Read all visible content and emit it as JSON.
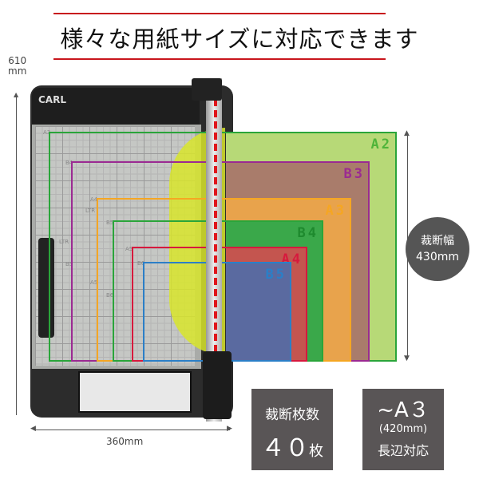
{
  "header": {
    "title": "様々な用紙サイズに対応できます",
    "rule_color": "#c8161d"
  },
  "dimensions": {
    "height_value": "610",
    "height_unit": "mm",
    "width": "360mm"
  },
  "cutter": {
    "brand": "CARL"
  },
  "board_marks": [
    "A3",
    "B4",
    "A4",
    "LTR",
    "B5",
    "LTR",
    "B5",
    "A5",
    "A5",
    "B6",
    "B6"
  ],
  "papers": [
    {
      "label": "A2",
      "outline": "#2aa53a",
      "fill": "#b7d977",
      "text": "#4fb43a"
    },
    {
      "label": "B3",
      "outline": "#9b2a92",
      "fill": "#a97c6b",
      "text": "#9b2a92"
    },
    {
      "label": "A3",
      "outline": "#f5a623",
      "fill": "#e8a34c",
      "text": "#f5a623"
    },
    {
      "label": "B4",
      "outline": "#2aa53a",
      "fill": "#3aa84a",
      "text": "#1e8a2e"
    },
    {
      "label": "A4",
      "outline": "#d7193d",
      "fill": "#c4554f",
      "text": "#d7193d"
    },
    {
      "label": "B5",
      "outline": "#2b7fc7",
      "fill": "#5a6aa0",
      "text": "#2b7fc7"
    }
  ],
  "cut_width": {
    "label": "裁断幅",
    "value": "430mm"
  },
  "spec_boxes": [
    {
      "line1": "裁断枚数",
      "line2": "４０",
      "unit": "枚"
    },
    {
      "line1": "~A３",
      "line2": "(420mm)",
      "line3": "長辺対応"
    }
  ]
}
